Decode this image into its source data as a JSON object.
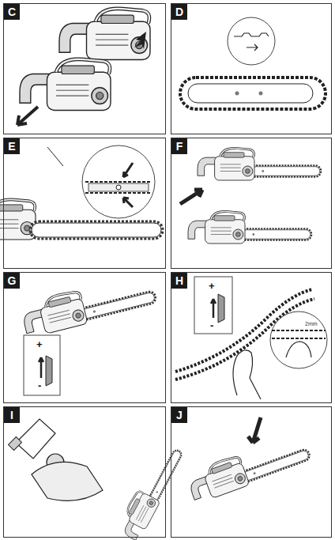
{
  "diagram": {
    "nodes": [
      {
        "text": [
          "C"
        ]
      },
      {
        "text": [
          "D"
        ]
      },
      {
        "text": [
          "E"
        ]
      },
      {
        "text": [
          "F"
        ]
      },
      {
        "text": [
          "G"
        ]
      },
      {
        "text": [
          "H"
        ]
      },
      {
        "text": [
          "I"
        ]
      },
      {
        "text": [
          "J"
        ]
      }
    ],
    "labels": [
      "+",
      "-",
      "+",
      "-",
      "2mm"
    ]
  }
}
